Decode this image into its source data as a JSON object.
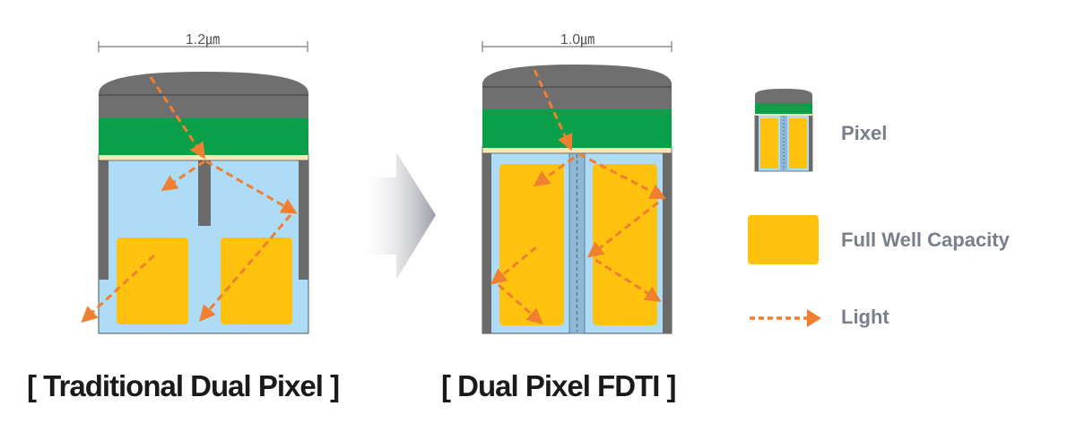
{
  "colors": {
    "lens": "#6f6f6f",
    "lens_line": "#3c3c3c",
    "color_filter": "#0aa04a",
    "substrate": "#aedcf6",
    "well": "#ffc20e",
    "isolation": "#6b6b6b",
    "light": "#f08030",
    "legend_label": "#7a7f8c"
  },
  "left": {
    "dimension": "1.2㎛",
    "caption": "[ Traditional Dual Pixel ]"
  },
  "right": {
    "dimension": "1.0㎛",
    "caption": "[ Dual Pixel FDTI ]"
  },
  "legend": {
    "pixel": "Pixel",
    "fwc": "Full Well Capacity",
    "light": "Light"
  }
}
